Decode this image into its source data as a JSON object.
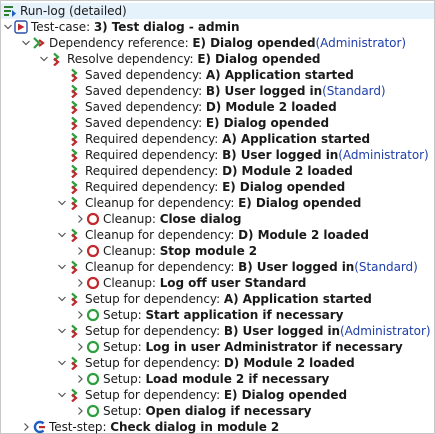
{
  "root": {
    "label": "Run-log (detailed)"
  },
  "testcase": {
    "prefix": "Test-case: ",
    "name": "3) Test dialog - admin"
  },
  "depref": {
    "prefix": "Dependency reference: ",
    "name": "E) Dialog opended",
    "user": "(Administrator)"
  },
  "resolve": {
    "prefix": "Resolve dependency: ",
    "name": "E) Dialog opended"
  },
  "saved": [
    {
      "prefix": "Saved dependency: ",
      "name": "A) Application started",
      "user": ""
    },
    {
      "prefix": "Saved dependency: ",
      "name": "B) User logged in",
      "user": "(Standard)"
    },
    {
      "prefix": "Saved dependency: ",
      "name": "D) Module 2 loaded",
      "user": ""
    },
    {
      "prefix": "Saved dependency: ",
      "name": "E) Dialog opended",
      "user": ""
    }
  ],
  "required": [
    {
      "prefix": "Required dependency: ",
      "name": "A) Application started",
      "user": ""
    },
    {
      "prefix": "Required dependency: ",
      "name": "B) User logged in",
      "user": "(Administrator)"
    },
    {
      "prefix": "Required dependency: ",
      "name": "D) Module 2 loaded",
      "user": ""
    },
    {
      "prefix": "Required dependency: ",
      "name": "E) Dialog opended",
      "user": ""
    }
  ],
  "cleanups": [
    {
      "prefix": "Cleanup for dependency: ",
      "name": "E) Dialog opended",
      "user": "",
      "child_prefix": "Cleanup: ",
      "child_name": "Close dialog"
    },
    {
      "prefix": "Cleanup for dependency: ",
      "name": "D) Module 2 loaded",
      "user": "",
      "child_prefix": "Cleanup: ",
      "child_name": "Stop module 2"
    },
    {
      "prefix": "Cleanup for dependency: ",
      "name": "B) User logged in",
      "user": "(Standard)",
      "child_prefix": "Cleanup: ",
      "child_name": "Log off user Standard"
    }
  ],
  "setups": [
    {
      "prefix": "Setup for dependency: ",
      "name": "A) Application started",
      "user": "",
      "child_prefix": "Setup: ",
      "child_name": "Start application if necessary"
    },
    {
      "prefix": "Setup for dependency: ",
      "name": "B) User logged in",
      "user": "(Administrator)",
      "child_prefix": "Setup: ",
      "child_name": "Log in user Administrator if necessary"
    },
    {
      "prefix": "Setup for dependency: ",
      "name": "D) Module 2 loaded",
      "user": "",
      "child_prefix": "Setup: ",
      "child_name": "Load module 2 if necessary"
    },
    {
      "prefix": "Setup for dependency: ",
      "name": "E) Dialog opended",
      "user": "",
      "child_prefix": "Setup: ",
      "child_name": "Open dialog if necessary"
    }
  ],
  "teststep": {
    "prefix": "Test-step: ",
    "name": "Check dialog in module 2"
  },
  "colors": {
    "selection": "#e5f1fb",
    "link": "#1e3fa8",
    "dep_green": "#2e9e3e",
    "dep_red": "#c0282b",
    "cleanup_ring": "#c0282b",
    "setup_ring": "#2e9e3e"
  },
  "icons": {
    "root": "run-log-icon",
    "testcase": "test-case-icon",
    "depref": "dependency-reference-icon",
    "dependency": "dependency-arrow-icon",
    "cleanup": "cleanup-ring-icon",
    "setup": "setup-ring-icon",
    "teststep": "test-step-icon"
  }
}
